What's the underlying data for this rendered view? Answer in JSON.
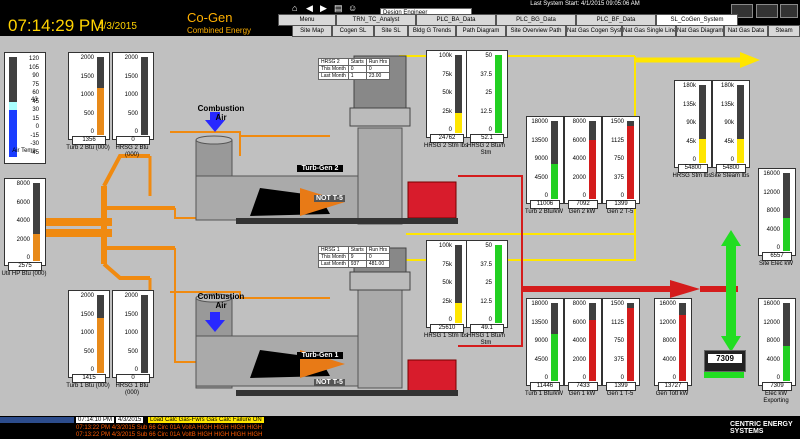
{
  "header": {
    "time": "07:14:29 PM",
    "date": "4/3/2015",
    "title": "Co-Gen",
    "subtitle": "Combined Energy",
    "system_info": "Last System Start: 4/1/2015   09:05:06 AM",
    "user": "Design Engineer"
  },
  "tabs": [
    "Menu",
    "TRN_TC_Analyst",
    "PLC_BA_Data",
    "PLC_BG_Data",
    "PLC_BF_Data",
    "SL_CoGen_System"
  ],
  "nav": [
    "Site Map",
    "Cogen SL",
    "Site SL",
    "Bldg G Trends",
    "Path Diagram",
    "Site Overview Path",
    "Nat Gas Cogen System",
    "Nat Gas Single Line",
    "Nat Gas Diagram",
    "Nat Gas Data",
    "Steam"
  ],
  "air_temp": {
    "ticks": [
      "120",
      "105",
      "90",
      "75",
      "60",
      "45",
      "30",
      "15",
      "0",
      "-15",
      "-30",
      "-45"
    ],
    "reading": "43",
    "caption": "Air Temp"
  },
  "tables": {
    "hrsg2": {
      "title": "HRSG 2",
      "headers": [
        "Starts",
        "Run Hrs"
      ],
      "rows": [
        [
          "This Month",
          "0",
          "0"
        ],
        [
          "Last Month",
          "1",
          "23.00"
        ]
      ]
    },
    "hrsg1": {
      "title": "HRSG 1",
      "headers": [
        "Starts",
        "Run Hrs"
      ],
      "rows": [
        [
          "This Month",
          "9",
          "0"
        ],
        [
          "Last Month",
          "937",
          "481.00"
        ]
      ]
    }
  },
  "labels": {
    "combustion_air": "Combustion Air",
    "turbgen2": "Turb-Gen 2",
    "turbgen1": "Turb-Gen 1",
    "not_t5": "NOT T-5",
    "kw_display": "7309"
  },
  "gauges": [
    {
      "id": "turb2-btu",
      "ticks": [
        "2000",
        "1500",
        "1000",
        "500",
        "0"
      ],
      "fill": 0.6,
      "color": "#e88a1a",
      "value": "1356",
      "caption": "Turb 2 Btu (000)"
    },
    {
      "id": "hrsg2-btu",
      "ticks": [
        "2000",
        "1500",
        "1000",
        "500",
        "0"
      ],
      "fill": 0.0,
      "color": "#e88a1a",
      "value": "0",
      "caption": "HRSG 2 Btu (000)"
    },
    {
      "id": "util-hp",
      "ticks": [
        "8000",
        "6000",
        "4000",
        "2000",
        "0"
      ],
      "fill": 0.34,
      "color": "#e88a1a",
      "value": "2575",
      "caption": "Util HP Btu (000)"
    },
    {
      "id": "turb1-btu",
      "ticks": [
        "2000",
        "1500",
        "1000",
        "500",
        "0"
      ],
      "fill": 0.7,
      "color": "#e88a1a",
      "value": "1415",
      "caption": "Turb 1 Btu (000)"
    },
    {
      "id": "hrsg1-btu",
      "ticks": [
        "2000",
        "1500",
        "1000",
        "500",
        "0"
      ],
      "fill": 0.0,
      "color": "#e88a1a",
      "value": "0",
      "caption": "HRSG 1 Btu (000)"
    },
    {
      "id": "hrsg2-stm",
      "ticks": [
        "100k",
        "75k",
        "50k",
        "25k",
        "0"
      ],
      "fill": 0.25,
      "color": "#ffe600",
      "value": "24762",
      "caption": "HRSG 2 Stm lbs"
    },
    {
      "id": "hrsg2-btuh",
      "ticks": [
        "50",
        "37.5",
        "25",
        "12.5",
        "0"
      ],
      "fill": 1.0,
      "color": "#22d022",
      "value": "52.1",
      "caption": "HRSG 2 Btu/h Stm"
    },
    {
      "id": "turb2-btukw",
      "ticks": [
        "18000",
        "13500",
        "9000",
        "4500",
        "0"
      ],
      "fill": 0.45,
      "color": "#22d022",
      "value": "11006",
      "caption": "Turb 2 Btu/kW"
    },
    {
      "id": "gen2-kw",
      "ticks": [
        "8000",
        "6000",
        "4000",
        "2000",
        "0"
      ],
      "fill": 0.75,
      "color": "#d41c1c",
      "value": "7092",
      "caption": "Gen 2 kW"
    },
    {
      "id": "gen2-t5",
      "ticks": [
        "1500",
        "1125",
        "750",
        "375",
        "0"
      ],
      "fill": 0.93,
      "color": "#d41c1c",
      "value": "1399",
      "caption": "Gen 2 T-5"
    },
    {
      "id": "hrsg-stm",
      "ticks": [
        "180k",
        "135k",
        "90k",
        "45k",
        "0"
      ],
      "fill": 0.31,
      "color": "#ffe600",
      "value": "54800",
      "caption": "HRSG Stm lbs"
    },
    {
      "id": "site-steam",
      "ticks": [
        "180k",
        "135k",
        "90k",
        "45k",
        "0"
      ],
      "fill": 0.31,
      "color": "#ffe600",
      "value": "54800",
      "caption": "Site Steam lbs"
    },
    {
      "id": "site-elec",
      "ticks": [
        "16000",
        "12000",
        "8000",
        "4000",
        "0"
      ],
      "fill": 0.42,
      "color": "#22d022",
      "value": "6557",
      "caption": "Site Elec kW"
    },
    {
      "id": "hrsg1-stm",
      "ticks": [
        "100k",
        "75k",
        "50k",
        "25k",
        "0"
      ],
      "fill": 0.25,
      "color": "#ffe600",
      "value": "25610",
      "caption": "HRSG 1 Stm lbs"
    },
    {
      "id": "hrsg1-btuh",
      "ticks": [
        "50",
        "37.5",
        "25",
        "12.5",
        "0"
      ],
      "fill": 1.0,
      "color": "#22d022",
      "value": "49.1",
      "caption": "HRSG 1 Btu/h Stm"
    },
    {
      "id": "turb1-btukw",
      "ticks": [
        "18000",
        "13500",
        "9000",
        "4500",
        "0"
      ],
      "fill": 0.6,
      "color": "#22d022",
      "value": "11446",
      "caption": "Turb 1 Btu/kW"
    },
    {
      "id": "gen1-kw",
      "ticks": [
        "8000",
        "6000",
        "4000",
        "2000",
        "0"
      ],
      "fill": 0.78,
      "color": "#d41c1c",
      "value": "7433",
      "caption": "Gen 1 kW"
    },
    {
      "id": "gen1-t5",
      "ticks": [
        "1500",
        "1125",
        "750",
        "375",
        "0"
      ],
      "fill": 0.93,
      "color": "#d41c1c",
      "value": "1399",
      "caption": "Gen 1 T-5"
    },
    {
      "id": "gen-totl",
      "ticks": [
        "16000",
        "12000",
        "8000",
        "4000",
        "0"
      ],
      "fill": 0.85,
      "color": "#d41c1c",
      "value": "13727",
      "caption": "Gen Totl kW"
    },
    {
      "id": "elec-kw",
      "ticks": [
        "16000",
        "12000",
        "8000",
        "4000",
        "0"
      ],
      "fill": 0.45,
      "color": "#22d022",
      "value": "7309",
      "caption": "Elec kW Exporting"
    }
  ],
  "status": {
    "time": "07:14:10 PM",
    "date": "4/3/2015",
    "alarm_main": "Load Calc Gas-Fwrs Gas Calc Failure ON",
    "alarm1": "07:13:22 PM 4/3/2015 Sub 66 Circ 01A VoltA HIGH HIGH HIGH HIGH",
    "alarm2": "07:13:22 PM 4/3/2015 Sub 66 Circ 01A VoltB HIGH HIGH HIGH HIGH",
    "logo": "CENTRIC ENERGY SYSTEMS"
  }
}
